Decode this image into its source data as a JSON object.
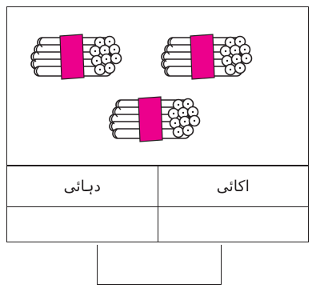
{
  "bundles": {
    "count": 3,
    "icon": "bundle-of-ten-sticks-icon",
    "band_color": "#ec008c",
    "stroke_color": "#231f20"
  },
  "table": {
    "tens_label": "دہائی",
    "ones_label": "اکائی",
    "tens_value": "",
    "ones_value": ""
  },
  "answer": {
    "value": ""
  }
}
